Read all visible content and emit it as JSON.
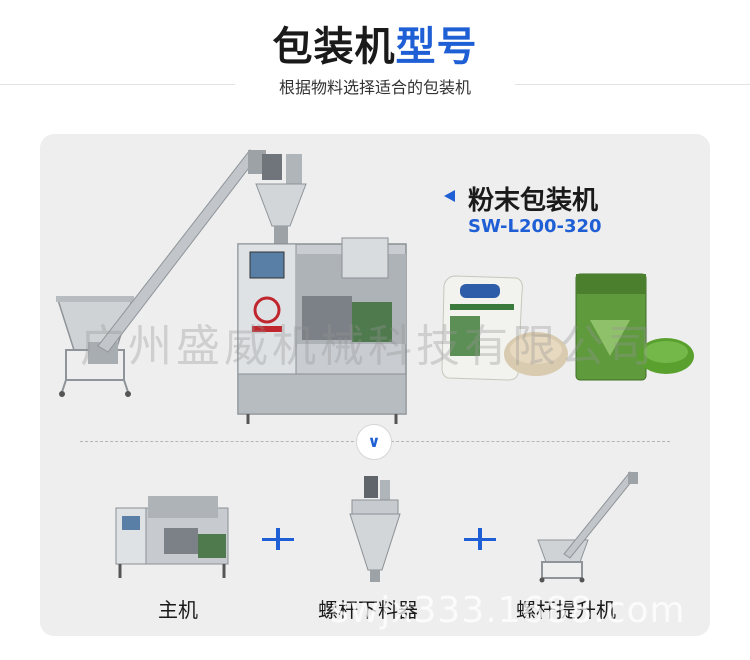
{
  "header": {
    "title_part1": "包装机",
    "title_part2": "型号",
    "subtitle": "根据物料选择适合的包装机"
  },
  "product": {
    "name": "粉末包装机",
    "model": "SW-L200-320"
  },
  "components": [
    {
      "label": "主机"
    },
    {
      "label": "螺杆下料器"
    },
    {
      "label": "螺杆提升机"
    }
  ],
  "watermark": "广州盛威机械科技有限公司",
  "site_watermark": "swjx333.1688.com",
  "colors": {
    "accent": "#1f5fd6",
    "card_bg": "#eeeeee",
    "title_dark": "#1a1a1a"
  },
  "icons": {
    "expand": "chevron-down-icon",
    "combine": "plus-icon",
    "pointer": "triangle-left-icon"
  }
}
